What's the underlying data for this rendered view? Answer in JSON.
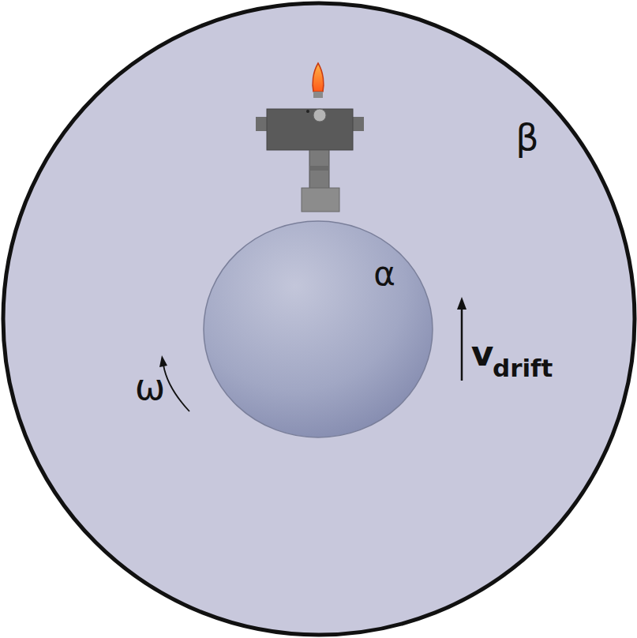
{
  "diagram": {
    "nodes": [
      {
        "text": [
          "β"
        ]
      },
      {
        "text": [
          "α"
        ],
        "in": 0
      }
    ],
    "labels": [
      "ω",
      "v",
      "drift"
    ]
  }
}
